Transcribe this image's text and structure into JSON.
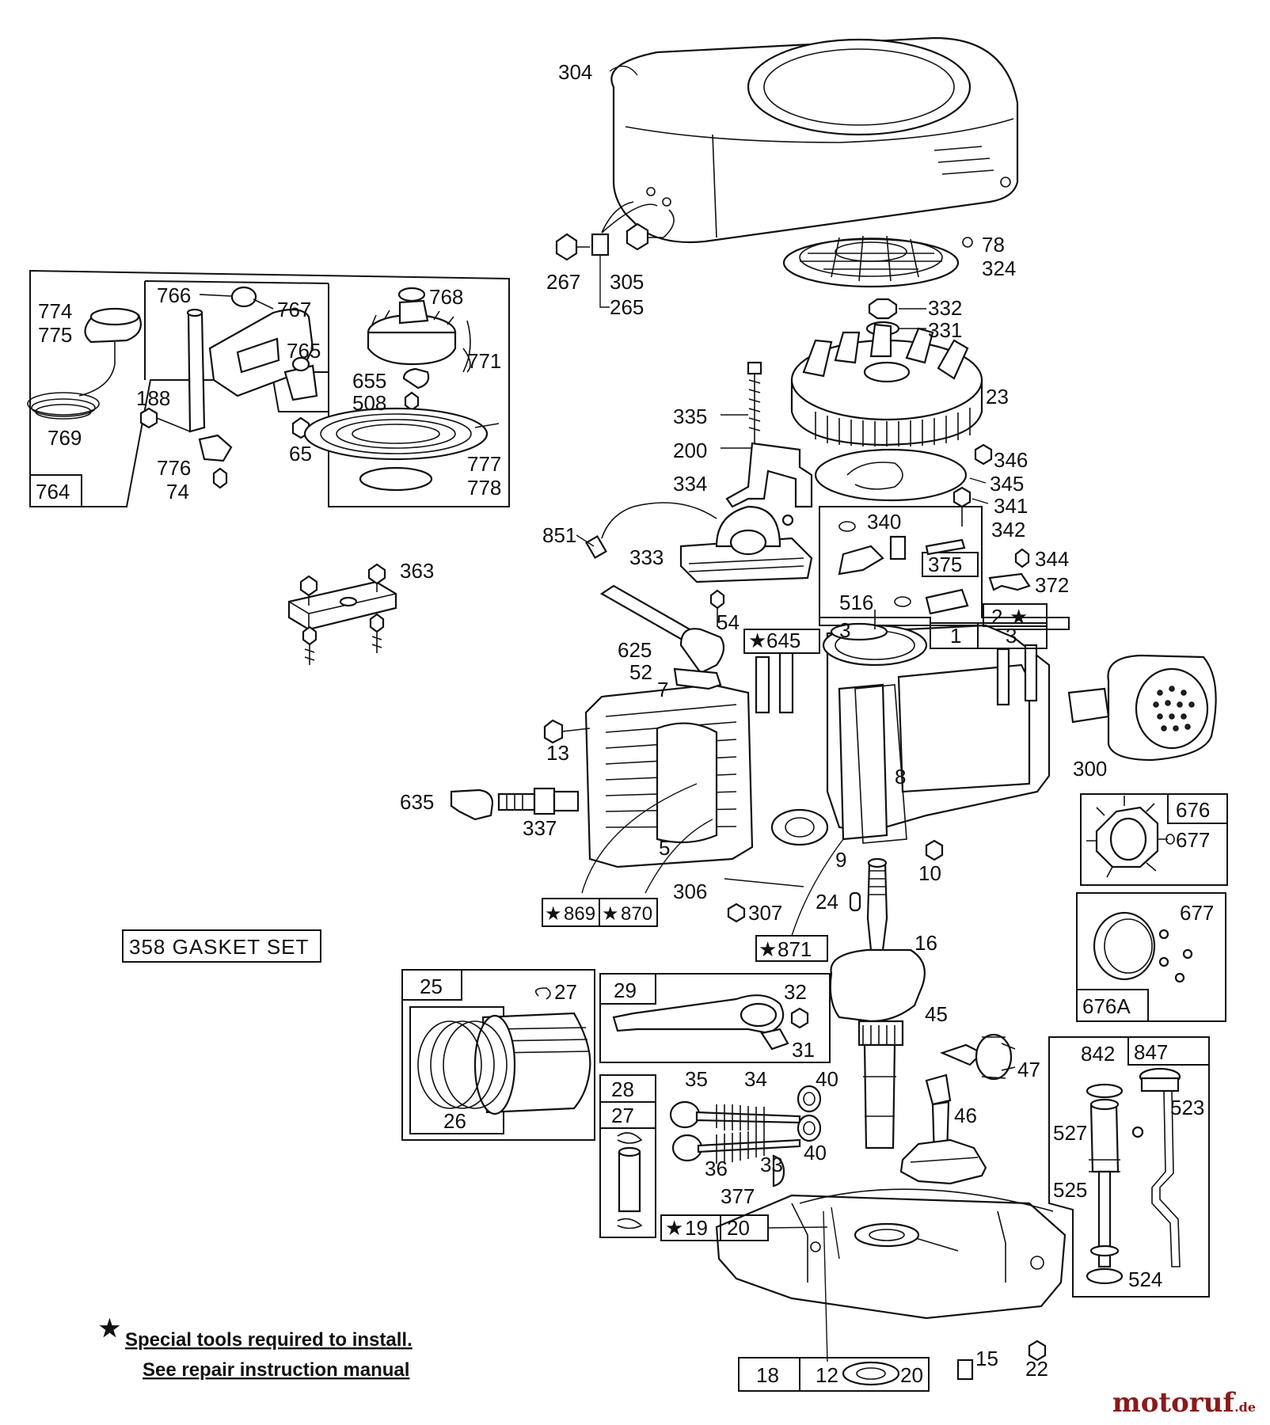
{
  "labels": {
    "p304": "304",
    "p78": "78",
    "p324": "324",
    "p267": "267",
    "p305": "305",
    "p265": "265",
    "p332": "332",
    "p331": "331",
    "p23": "23",
    "p335": "335",
    "p200": "200",
    "p346": "346",
    "p345": "345",
    "p341": "341",
    "p342": "342",
    "p340": "340",
    "p334": "334",
    "p851": "851",
    "p333": "333",
    "p375": "375",
    "p344": "344",
    "p372": "372",
    "p516": "516",
    "p2": "2",
    "p1": "1",
    "p3a": "3",
    "p3b": "3",
    "p54": "54",
    "p645": "645",
    "p625": "625",
    "p52": "52",
    "p7": "7",
    "p13": "13",
    "p8": "8",
    "p300": "300",
    "p635": "635",
    "p337": "337",
    "p5": "5",
    "p9": "9",
    "p10": "10",
    "p306": "306",
    "p307": "307",
    "p24": "24",
    "p869": "869",
    "p870": "870",
    "p871": "871",
    "p16": "16",
    "p676": "676",
    "p677a": "677",
    "p677b": "677",
    "p676A": "676A",
    "p25": "25",
    "p27a": "27",
    "p26": "26",
    "p29": "29",
    "p32": "32",
    "p31": "31",
    "p45": "45",
    "p47": "47",
    "p35": "35",
    "p34": "34",
    "p40a": "40",
    "p40b": "40",
    "p36": "36",
    "p33": "33",
    "p46": "46",
    "p28": "28",
    "p27b": "27",
    "p377": "377",
    "p19": "19",
    "p20a": "20",
    "p842": "842",
    "p847": "847",
    "p523": "523",
    "p527": "527",
    "p525": "525",
    "p524": "524",
    "p18": "18",
    "p12": "12",
    "p20b": "20",
    "p15": "15",
    "p22": "22",
    "p363": "363",
    "p774": "774",
    "p775": "775",
    "p766": "766",
    "p767": "767",
    "p768": "768",
    "p765": "765",
    "p771": "771",
    "p188": "188",
    "p655": "655",
    "p508": "508",
    "p769": "769",
    "p776": "776",
    "p74": "74",
    "p65": "65",
    "p777": "777",
    "p778": "778",
    "p764": "764"
  },
  "gasket_set": "358 GASKET SET",
  "notes": {
    "star": "★",
    "line1": "Special tools required to install.",
    "line2": "See repair instruction manual"
  },
  "watermark": {
    "brand": "motoruf",
    "tld": ".de"
  }
}
